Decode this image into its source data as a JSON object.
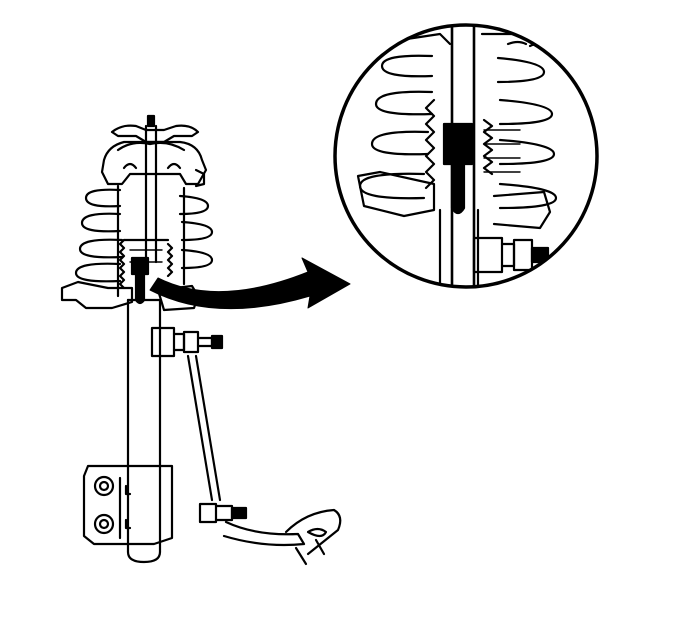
{
  "figure": {
    "background": "#ffffff",
    "ink": "#000000",
    "views": [
      {
        "name": "strut-assembly",
        "parts": [
          "upper-mount",
          "coil-spring",
          "dust-boot",
          "jounce-bumper",
          "strut-body",
          "stabilizer-link",
          "knuckle-bracket",
          "stabilizer-bar"
        ]
      },
      {
        "name": "detail-inset",
        "parts": [
          "coil-spring",
          "dust-boot",
          "jounce-bumper",
          "stabilizer-link-nut"
        ]
      }
    ],
    "callout": "curved-arrow"
  }
}
